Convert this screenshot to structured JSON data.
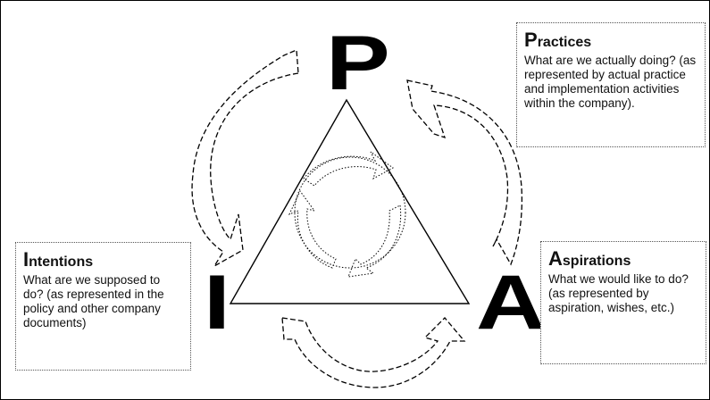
{
  "letters": {
    "p": "P",
    "i": "I",
    "a": "A"
  },
  "practices": {
    "title_initial": "P",
    "title_rest": "ractices",
    "text": "What are we actually doing? (as represented by actual practice and implementation activities within the company)."
  },
  "intentions": {
    "title_initial": "I",
    "title_rest": "ntentions",
    "text": "What are we supposed to do? (as represented in the policy and other company documents)"
  },
  "aspirations": {
    "title_initial": "A",
    "title_rest": "spirations",
    "text": "What we would like to do? (as represented by aspiration, wishes, etc.)"
  }
}
